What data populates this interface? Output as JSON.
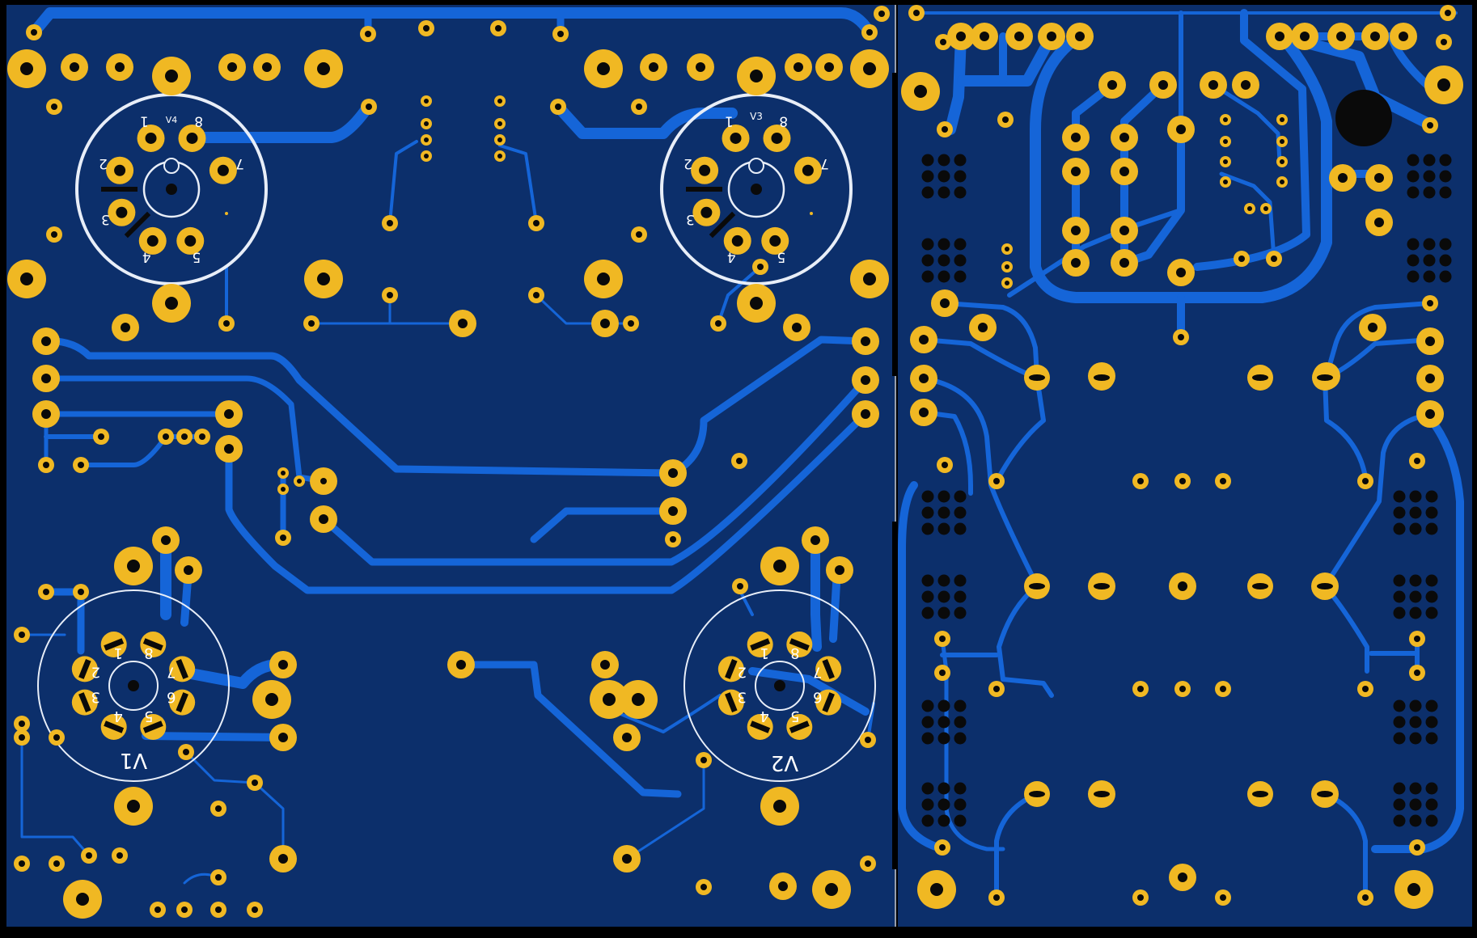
{
  "colors": {
    "background": "#000000",
    "board": "#0c2f6b",
    "trace": "#1565d8",
    "pad": "#f0b823",
    "hole": "#0a0a0a",
    "silkscreen": "#e8eef8"
  },
  "sockets": {
    "v4": {
      "ref": "V4",
      "pins": [
        "1",
        "2",
        "3",
        "4",
        "5",
        "7",
        "8"
      ]
    },
    "v3": {
      "ref": "V3",
      "pins": [
        "1",
        "2",
        "3",
        "4",
        "5",
        "7",
        "8"
      ]
    },
    "v1": {
      "ref": "V1",
      "pins": [
        "1",
        "2",
        "3",
        "4",
        "5",
        "6",
        "7",
        "8"
      ]
    },
    "v2": {
      "ref": "V2",
      "pins": [
        "1",
        "2",
        "3",
        "4",
        "5",
        "6",
        "7",
        "8"
      ]
    }
  }
}
